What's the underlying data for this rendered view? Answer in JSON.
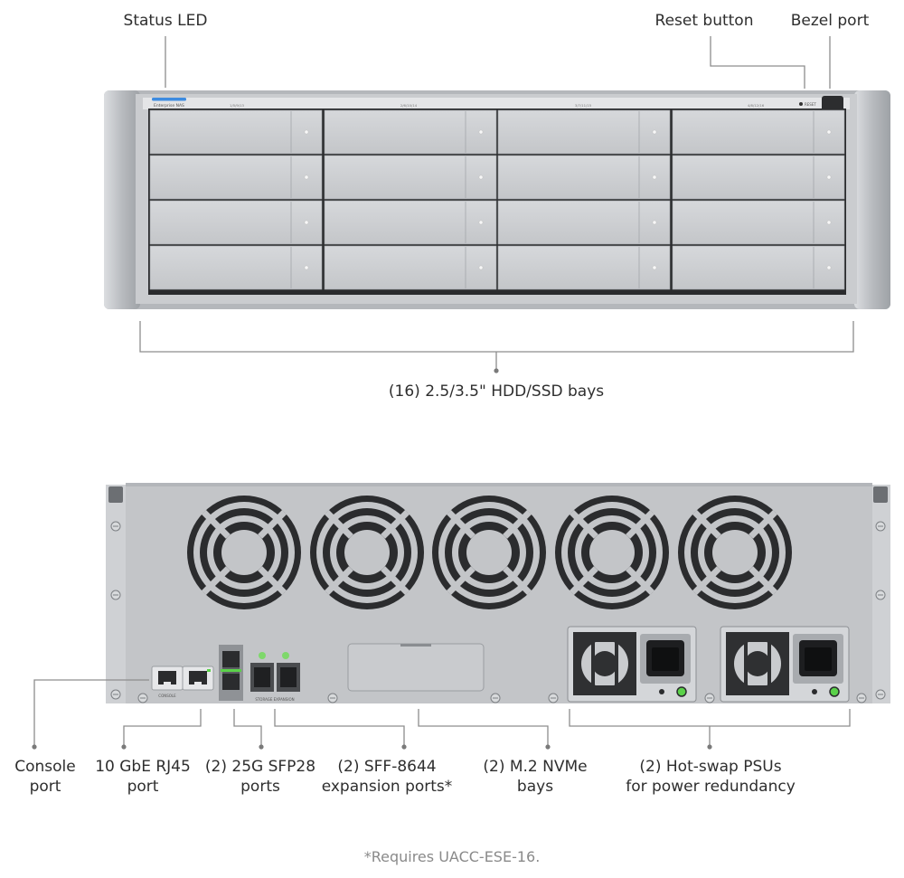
{
  "front": {
    "status_led": "Status LED",
    "reset_button": "Reset button",
    "bezel_port": "Bezel port",
    "bays": "(16) 2.5/3.5\" HDD/SSD bays",
    "brand": "Enterprise NAS",
    "reset_text": "RESET",
    "group_labels": [
      "1/5/9/13",
      "2/6/10/14",
      "3/7/11/15",
      "4/8/12/16"
    ]
  },
  "rear": {
    "console_port": "Console\nport",
    "rj45": "10 GbE RJ45\nport",
    "sfp28": "(2) 25G SFP28\nports",
    "sff": "(2) SFF-8644\nexpansion ports*",
    "nvme": "(2) M.2 NVMe\nbays",
    "psu": "(2) Hot-swap PSUs\nfor power redundancy",
    "console_text": "CONSOLE",
    "storage_text": "STORAGE EXPANSION"
  },
  "footnote": "*Requires UACC-ESE-16.",
  "colors": {
    "chassis": "#c3c5c8",
    "bay": "#cfd1d4",
    "leader": "#8d8d8d",
    "led_blue": "#3d8be0",
    "led_green": "#5bd24a"
  }
}
